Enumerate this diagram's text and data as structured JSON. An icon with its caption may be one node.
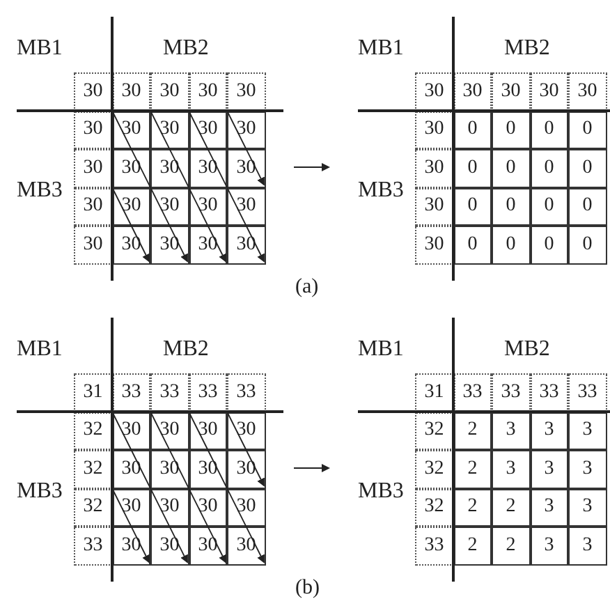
{
  "diagram": {
    "labels": [
      "MB1",
      "MB2",
      "30",
      "30",
      "30",
      "30",
      "30",
      "30",
      "30",
      "30",
      "30",
      "30",
      "30",
      "30",
      "30",
      "30",
      "30",
      "MB3",
      "30",
      "30",
      "30",
      "30",
      "30",
      "30",
      "30",
      "30",
      "30",
      "30",
      "MB1",
      "MB2",
      "30",
      "30",
      "30",
      "30",
      "30",
      "30",
      "0",
      "0",
      "0",
      "0",
      "30",
      "0",
      "0",
      "0",
      "0",
      "MB3",
      "30",
      "0",
      "0",
      "0",
      "0",
      "30",
      "0",
      "0",
      "0",
      "0",
      "(a)",
      "MB1",
      "MB2",
      "31",
      "33",
      "33",
      "33",
      "33",
      "32",
      "30",
      "30",
      "30",
      "30",
      "32",
      "30",
      "30",
      "30",
      "30",
      "MB3",
      "32",
      "30",
      "30",
      "30",
      "30",
      "33",
      "30",
      "30",
      "30",
      "30",
      "MB1",
      "MB2",
      "31",
      "33",
      "33",
      "33",
      "33",
      "32",
      "2",
      "3",
      "3",
      "3",
      "32",
      "2",
      "3",
      "3",
      "3",
      "MB3",
      "32",
      "2",
      "2",
      "3",
      "3",
      "33",
      "2",
      "2",
      "3",
      "3",
      "(b)"
    ]
  }
}
